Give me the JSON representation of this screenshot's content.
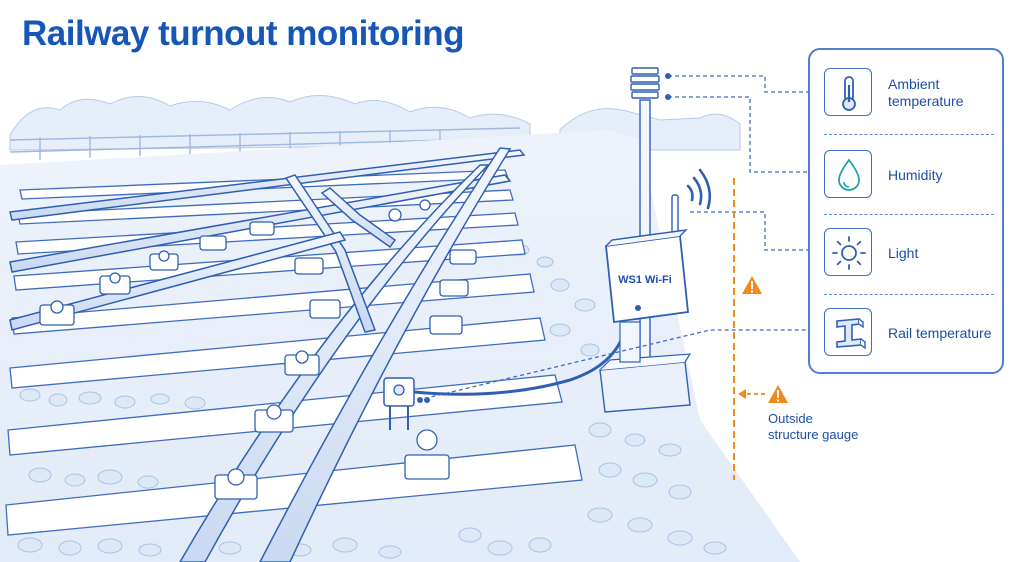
{
  "title": "Railway turnout monitoring",
  "device": {
    "label": "WS1 Wi-Fi"
  },
  "sensors": [
    {
      "label": "Ambient\ntemperature",
      "icon": "thermometer-icon"
    },
    {
      "label": "Humidity",
      "icon": "water-drop-icon"
    },
    {
      "label": "Light",
      "icon": "sun-icon"
    },
    {
      "label": "Rail temperature",
      "icon": "rail-profile-icon"
    }
  ],
  "gauge": {
    "label": "Outside\nstructure gauge",
    "icon": "warning-icon"
  },
  "colors": {
    "accent": "#1656b8",
    "line": "#3e6cc0",
    "pale": "#dfe9f8",
    "warning": "#f08a1c"
  }
}
